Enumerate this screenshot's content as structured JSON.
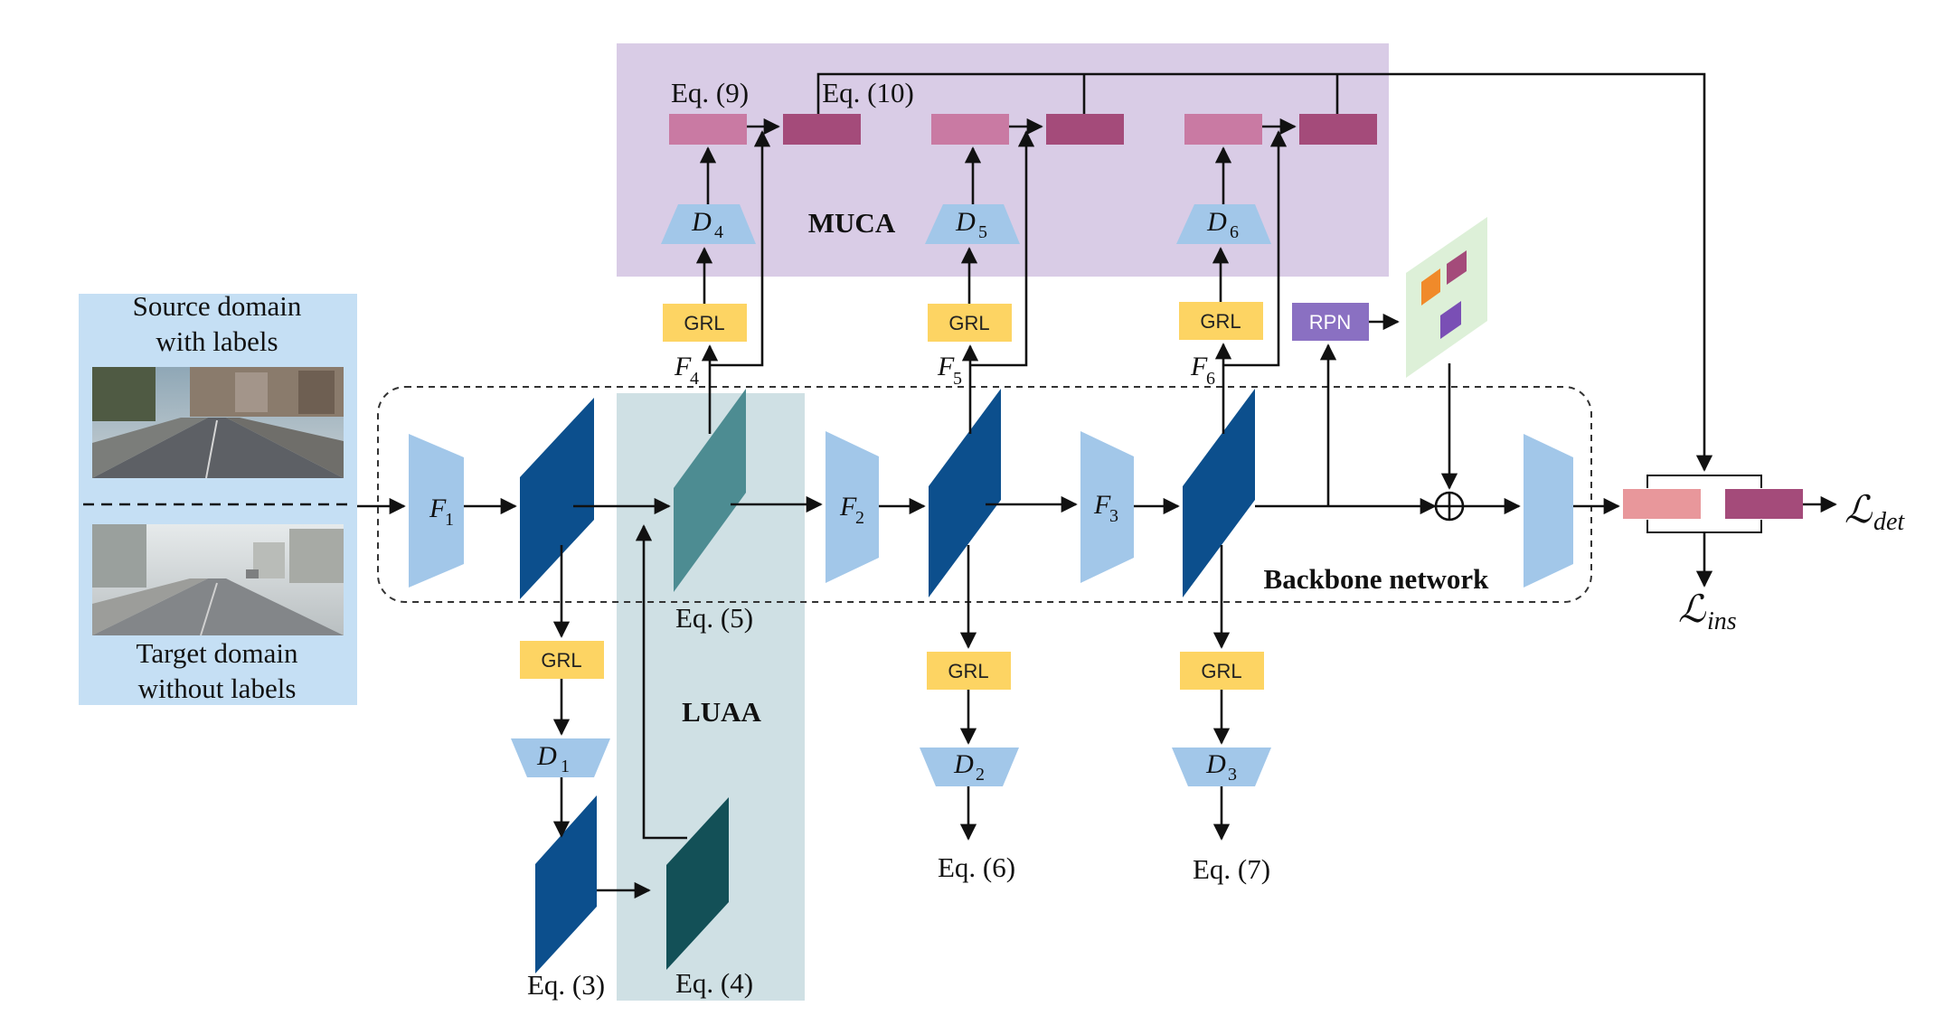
{
  "panels": {
    "muca": "MUCA",
    "luaa": "LUAA",
    "backbone": "Backbone network"
  },
  "source_domain": {
    "line1": "Source domain",
    "line2": "with labels"
  },
  "target_domain": {
    "line1": "Target domain",
    "line2": "without labels"
  },
  "grl": "GRL",
  "rpn": "RPN",
  "extractors": {
    "f1": {
      "letter": "F",
      "sub": "1"
    },
    "f2": {
      "letter": "F",
      "sub": "2"
    },
    "f3": {
      "letter": "F",
      "sub": "3"
    }
  },
  "features": {
    "f4": {
      "letter": "F",
      "sub": "4"
    },
    "f5": {
      "letter": "F",
      "sub": "5"
    },
    "f6": {
      "letter": "F",
      "sub": "6"
    }
  },
  "discriminators": {
    "d1": {
      "letter": "D",
      "sub": "1"
    },
    "d2": {
      "letter": "D",
      "sub": "2"
    },
    "d3": {
      "letter": "D",
      "sub": "3"
    },
    "d4": {
      "letter": "D",
      "sub": "4"
    },
    "d5": {
      "letter": "D",
      "sub": "5"
    },
    "d6": {
      "letter": "D",
      "sub": "6"
    }
  },
  "equations": {
    "eq3": "Eq. (3)",
    "eq4": "Eq. (4)",
    "eq5": "Eq. (5)",
    "eq6": "Eq. (6)",
    "eq7": "Eq. (7)",
    "eq9": "Eq. (9)",
    "eq10": "Eq. (10)"
  },
  "losses": {
    "det": {
      "symbol": "ℒ",
      "sub": "det"
    },
    "ins": {
      "symbol": "ℒ",
      "sub": "ins"
    }
  },
  "colors": {
    "muca_bg": "#d9cce6",
    "luaa_bg": "#cfe0e4",
    "input_bg": "#c5dff4",
    "extractor": "#a2c7e9",
    "feature_map": "#0c4f8d",
    "luaa_map": "#4d8c92",
    "luaa_dark": "#135057",
    "grl": "#fdd463",
    "rpn": "#8a70c2",
    "pink_light": "#c97aa3",
    "pink_dark": "#a44b7a",
    "roi_panel": "#ddf0d8",
    "loss_pink": "#e8979b"
  }
}
